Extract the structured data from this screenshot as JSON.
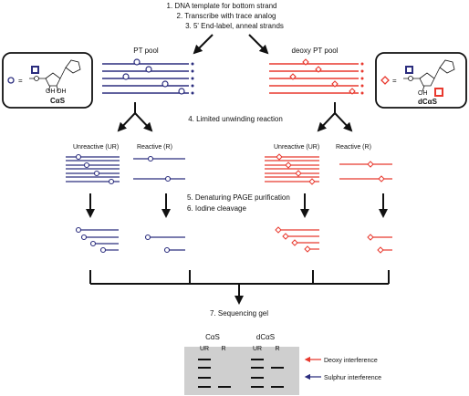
{
  "steps": {
    "top": [
      "1. DNA template for bottom strand",
      "2. Transcribe with trace analog",
      "3. 5' End-label, anneal strands"
    ],
    "middle": "4. Limited unwinding reaction",
    "purify": [
      "5. Denaturing PAGE purification",
      "6. Iodine cleavage"
    ],
    "gel": "7. Sequencing gel"
  },
  "pools": {
    "pt": "PT pool",
    "deoxy_pt": "deoxy PT pool"
  },
  "legend_left": {
    "equals": "=",
    "name": "CαS"
  },
  "legend_right": {
    "equals": "=",
    "name": "dCαS"
  },
  "groups": {
    "unreactive": "Unreactive (UR)",
    "reactive": "Reactive (R)"
  },
  "gel": {
    "header_left": "CαS",
    "header_right": "dCαS",
    "lanes": [
      "UR",
      "R",
      "UR",
      "R"
    ],
    "annotation_top": "Deoxy interference",
    "annotation_bottom": "Sulphur interference"
  },
  "colors": {
    "blue": "#2b2d7e",
    "red": "#e8392e",
    "gel": "#cfcfcf"
  }
}
